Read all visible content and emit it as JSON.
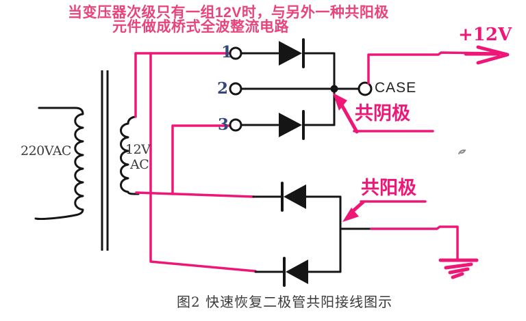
{
  "header": {
    "line1": "当变压器次级只有一组12V时，与另外一种共阳极",
    "line2": "元件做成桥式全波整流电路"
  },
  "output_label": "+12V",
  "case_label": "CASE",
  "annotations": {
    "common_cathode": "共阴极",
    "common_anode": "共阳极"
  },
  "transformer": {
    "primary_label": "220VAC",
    "secondary_label_line1": "12V",
    "secondary_label_line2": "AC"
  },
  "terminals": {
    "t1": "1",
    "t2": "2",
    "t3": "3"
  },
  "caption": "图2 快速恢复二极管共阳接线图示",
  "colors": {
    "wire_pink": "#EE1677",
    "header_pink": "#E8447C",
    "circuit_ink": "#151515",
    "terminal_navy": "#33487A",
    "label_gray": "#3A3A3A"
  }
}
